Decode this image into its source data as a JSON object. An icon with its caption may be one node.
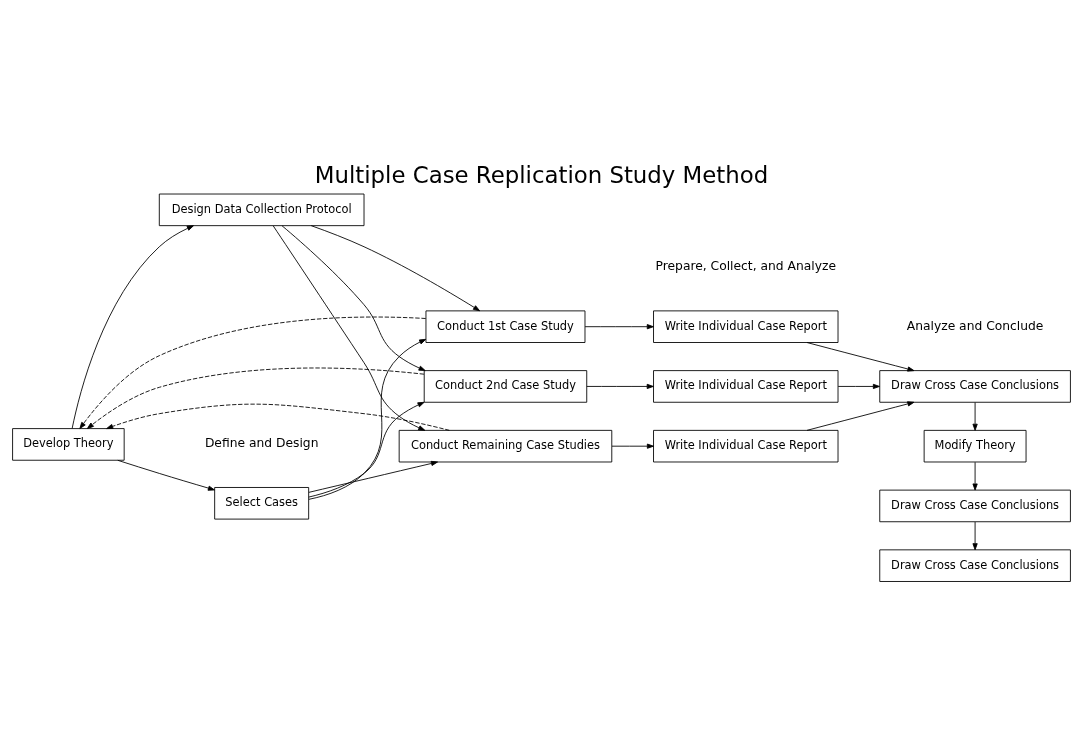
{
  "diagram": {
    "title": "Multiple Case Replication Study Method",
    "nodes": [
      {
        "text": [
          "Develop Theory"
        ]
      },
      {
        "text": [
          "Select Cases"
        ]
      },
      {
        "text": [
          "Design Data Collection Protocol"
        ]
      },
      {
        "text": [
          "Conduct 1st Case Study"
        ]
      },
      {
        "text": [
          "Conduct 2nd Case Study"
        ]
      },
      {
        "text": [
          "Conduct Remaining Case Studies"
        ]
      },
      {
        "text": [
          "Write Individual Case Report"
        ]
      },
      {
        "text": [
          "Write Individual Case Report"
        ]
      },
      {
        "text": [
          "Write Individual Case Report"
        ]
      },
      {
        "text": [
          "Draw Cross Case Conclusions"
        ]
      },
      {
        "text": [
          "Modify Theory"
        ]
      },
      {
        "text": [
          "Draw Cross Case Conclusions"
        ]
      },
      {
        "text": [
          "Draw Cross Case Conclusions"
        ]
      }
    ],
    "edges": [
      {
        "from": 0,
        "to": 1,
        "arrow": "to"
      },
      {
        "from": 0,
        "to": 2,
        "arrow": "to"
      },
      {
        "from": 1,
        "to": 3,
        "arrow": "to"
      },
      {
        "from": 1,
        "to": 4,
        "arrow": "to"
      },
      {
        "from": 1,
        "to": 5,
        "arrow": "to"
      },
      {
        "from": 2,
        "to": 3,
        "arrow": "to"
      },
      {
        "from": 2,
        "to": 4,
        "arrow": "to"
      },
      {
        "from": 2,
        "to": 5,
        "arrow": "to"
      },
      {
        "from": 3,
        "to": 6,
        "arrow": "to"
      },
      {
        "from": 4,
        "to": 7,
        "arrow": "to"
      },
      {
        "from": 5,
        "to": 8,
        "arrow": "to"
      },
      {
        "from": 3,
        "to": 0,
        "arrow": "to",
        "style": "dashed"
      },
      {
        "from": 4,
        "to": 0,
        "arrow": "to",
        "style": "dashed"
      },
      {
        "from": 5,
        "to": 0,
        "arrow": "to",
        "style": "dashed"
      },
      {
        "from": 6,
        "to": 9,
        "arrow": "to"
      },
      {
        "from": 7,
        "to": 9,
        "arrow": "to"
      },
      {
        "from": 8,
        "to": 9,
        "arrow": "to"
      },
      {
        "from": 9,
        "to": 10,
        "arrow": "to"
      },
      {
        "from": 10,
        "to": 11,
        "arrow": "to"
      },
      {
        "from": 11,
        "to": 12,
        "arrow": "to"
      }
    ],
    "labels": [
      "Define and Design",
      "Prepare, Collect, and Analyze",
      "Analyze and Conclude"
    ]
  }
}
